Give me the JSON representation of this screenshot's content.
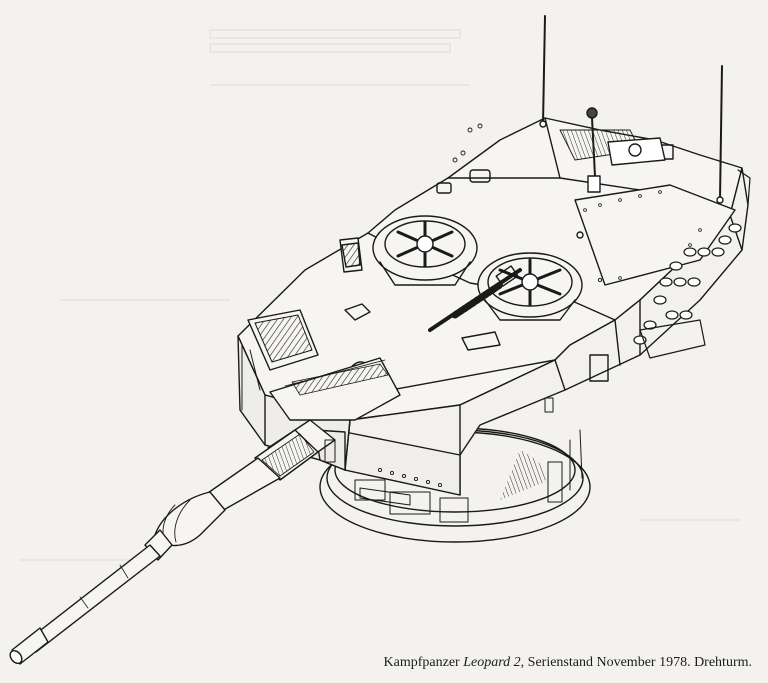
{
  "caption": {
    "prefix": "Kampfpanzer ",
    "name": "Leopard 2",
    "suffix": ", Serienstand November 1978. Drehturm."
  },
  "colors": {
    "paper": "#f3f2ef",
    "ink": "#1a1a1a",
    "shadow": "#9a9a96"
  },
  "illustration": {
    "subject": "turret-line-drawing"
  }
}
